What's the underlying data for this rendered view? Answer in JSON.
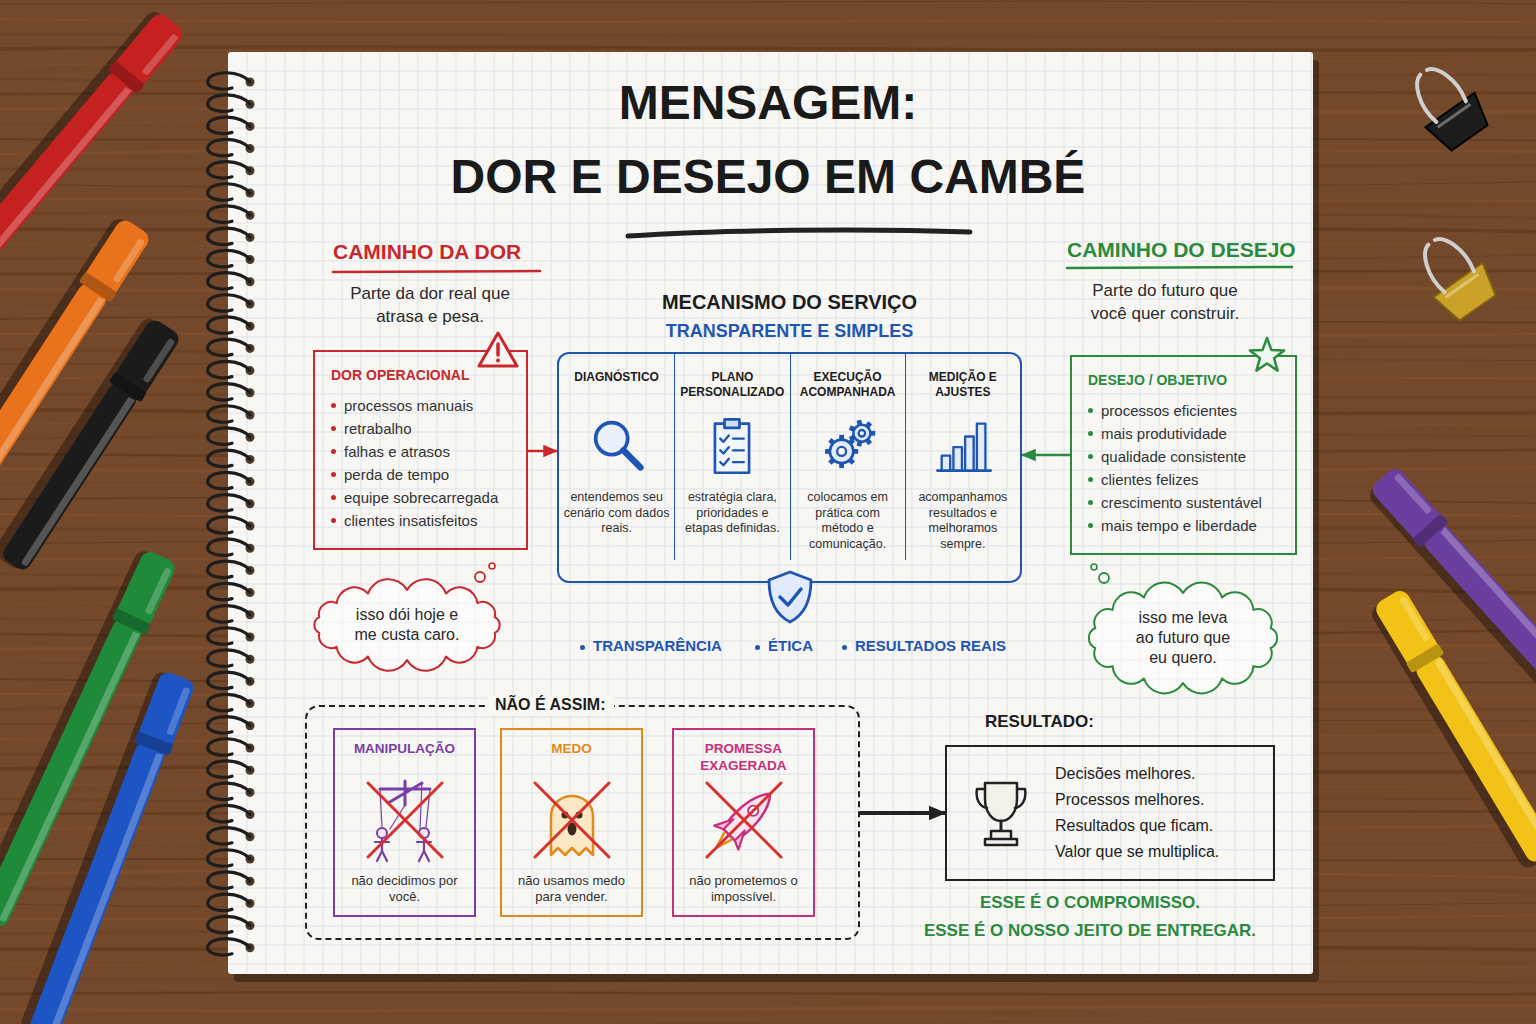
{
  "diagram": {
    "title": "MENSAGEM: DOR E DESEJO EM CAMBÉ",
    "nodes": [
      {
        "text": [
          "DOR OPERACIONAL",
          "processos manuais",
          "retrabalho",
          "falhas e atrasos",
          "perda de tempo",
          "equipe sobrecarregada",
          "clientes insatisfeitos"
        ]
      },
      {
        "text": [
          "MECANISMO DO SERVIÇO",
          "TRANSPARENTE E SIMPLES"
        ]
      },
      {
        "text": [
          "DIAGNÓSTICO",
          "entendemos seu cenário com dados reais."
        ],
        "in": 1
      },
      {
        "text": [
          "PLANO PERSONALIZADO",
          "estratégia clara, prioridades e etapas definidas."
        ],
        "in": 1
      },
      {
        "text": [
          "EXECUÇÃO ACOMPANHADA",
          "colocamos em prática com método e comunicação."
        ],
        "in": 1
      },
      {
        "text": [
          "MEDIÇÃO E AJUSTES",
          "acompanhamos resultados e melhoramos sempre."
        ],
        "in": 1
      },
      {
        "text": [
          "DESEJO / OBJETIVO",
          "processos eficientes",
          "mais produtividade",
          "qualidade consistente",
          "clientes felizes",
          "crescimento sustentável",
          "mais tempo e liberdade"
        ]
      },
      {
        "text": [
          "isso dói hoje e me custa caro."
        ]
      },
      {
        "text": [
          "isso me leva ao futuro que eu quero."
        ]
      },
      {
        "text": [
          "NÃO É ASSIM:"
        ]
      },
      {
        "text": [
          "MANIPULAÇÃO",
          "não decidimos por você."
        ],
        "in": 9
      },
      {
        "text": [
          "MEDO",
          "não usamos medo para vender."
        ],
        "in": 9
      },
      {
        "text": [
          "PROMESSA EXAGERADA",
          "não prometemos o impossível."
        ],
        "in": 9
      },
      {
        "text": [
          "RESULTADO:",
          "Decisões melhores.",
          "Processos melhores.",
          "Resultados que ficam.",
          "Valor que se multiplica."
        ]
      }
    ],
    "edges": [
      {
        "from": 0,
        "to": 1,
        "arrow": "to"
      },
      {
        "from": 6,
        "to": 1,
        "arrow": "to"
      },
      {
        "from": 9,
        "to": 13,
        "arrow": "to"
      }
    ],
    "labels": [
      "CAMINHO DA DOR",
      "Parte da dor real que atrasa e pesa.",
      "CAMINHO DO DESEJO",
      "Parte do futuro que você quer construir.",
      "TRANSPARÊNCIA",
      "ÉTICA",
      "RESULTADOS REAIS",
      "ESSE É O COMPROMISSO.",
      "ESSE É O NOSSO JEITO DE ENTREGAR."
    ]
  }
}
